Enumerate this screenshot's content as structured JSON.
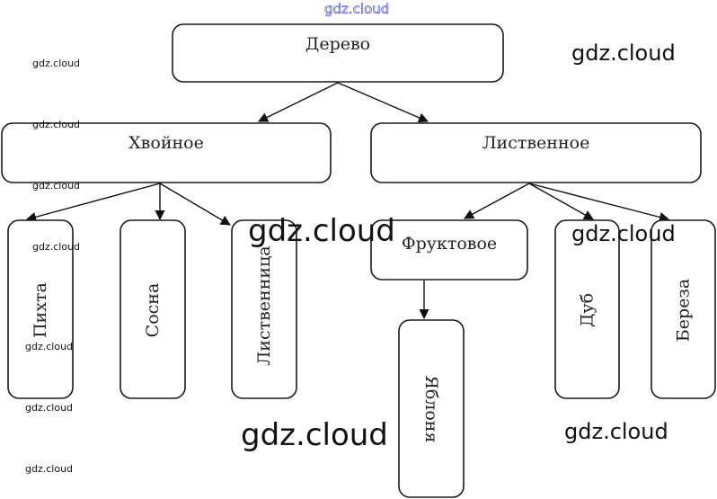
{
  "diagram": {
    "title": "Дерево",
    "nodes": [
      {
        "id": "root",
        "label": "Дерево"
      },
      {
        "id": "conifer",
        "label": "Хвойное"
      },
      {
        "id": "deciduous",
        "label": "Лиственное"
      },
      {
        "id": "fir",
        "label": "Пихта"
      },
      {
        "id": "pine",
        "label": "Сосна"
      },
      {
        "id": "larch",
        "label": "Лиственница"
      },
      {
        "id": "fruit",
        "label": "Фруктовое"
      },
      {
        "id": "oak",
        "label": "Дуб"
      },
      {
        "id": "birch",
        "label": "Береза"
      },
      {
        "id": "apple",
        "label": "Яблоня"
      }
    ],
    "edges": [
      {
        "from": "root",
        "to": "conifer"
      },
      {
        "from": "root",
        "to": "deciduous"
      },
      {
        "from": "conifer",
        "to": "fir"
      },
      {
        "from": "conifer",
        "to": "pine"
      },
      {
        "from": "conifer",
        "to": "larch"
      },
      {
        "from": "deciduous",
        "to": "fruit"
      },
      {
        "from": "deciduous",
        "to": "oak"
      },
      {
        "from": "deciduous",
        "to": "birch"
      },
      {
        "from": "fruit",
        "to": "apple"
      }
    ]
  },
  "watermarks": {
    "text": "gdz.cloud"
  }
}
